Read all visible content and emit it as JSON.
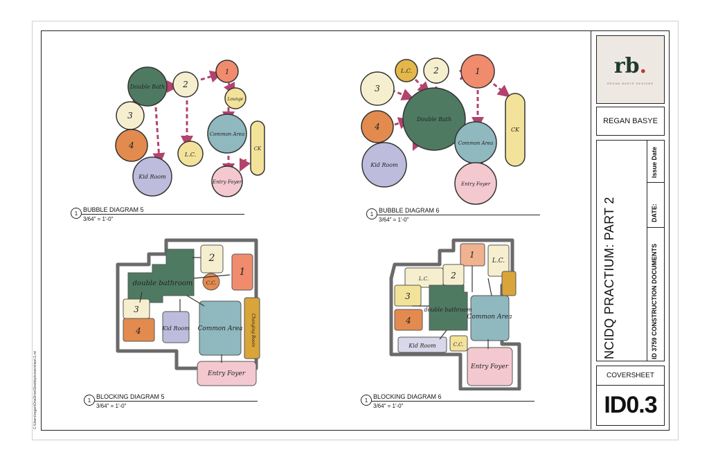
{
  "project": {
    "designer": "REGAN BASYE",
    "project_title": "NCIDQ PRACTIUM: PART 2",
    "course": "ID 3759 CONSTRUCTION DOCUMENTS",
    "date_label": "DATE:",
    "issue_label": "Issue Date",
    "sheet_title": "COVERSHEET",
    "sheet_number": "ID0.3",
    "file_path": "C:\\Users\\regan\\OneDrive\\Desktop\\coversheet.1.rvt"
  },
  "logo": {
    "mark": "rb",
    "dot": ".",
    "tagline": "REGAN BASYE DESIGNS"
  },
  "drawings": [
    {
      "number": "1",
      "title": "BUBBLE DIAGRAM 5",
      "scale": "3/64\" = 1'-0\""
    },
    {
      "number": "1",
      "title": "BUBBLE DIAGRAM 6",
      "scale": "3/64\" = 1'-0\""
    },
    {
      "number": "1",
      "title": "BLOCKING DIAGRAM 5",
      "scale": "3/64\" = 1'-0\""
    },
    {
      "number": "1",
      "title": "BLOCKING DIAGRAM 6",
      "scale": "3/64\" = 1'-0\""
    }
  ],
  "sketch_labels": {
    "double_bath": "Double Bath",
    "double_bathroom": "double bathroom",
    "common_area": "Common Area",
    "entry_foyer": "Entry Foyer",
    "kid_room": "Kid Room",
    "laundry": "L.C.",
    "closet": "C.C.",
    "changing_room": "Changing Room",
    "lounge": "Lounge",
    "ck": "CK",
    "r1": "1",
    "r2": "2",
    "r3": "3",
    "r4": "4"
  },
  "colors": {
    "green": "#4f7a62",
    "teal": "#8fb8bf",
    "orange": "#e38a4f",
    "peach": "#f1b28f",
    "yellow": "#f3e29a",
    "cream": "#f6efcf",
    "lavender": "#bdbcdc",
    "pink": "#f3c9cf",
    "mustard": "#d9a43a",
    "arrow": "#b2436d",
    "coral": "#f08b6d"
  }
}
